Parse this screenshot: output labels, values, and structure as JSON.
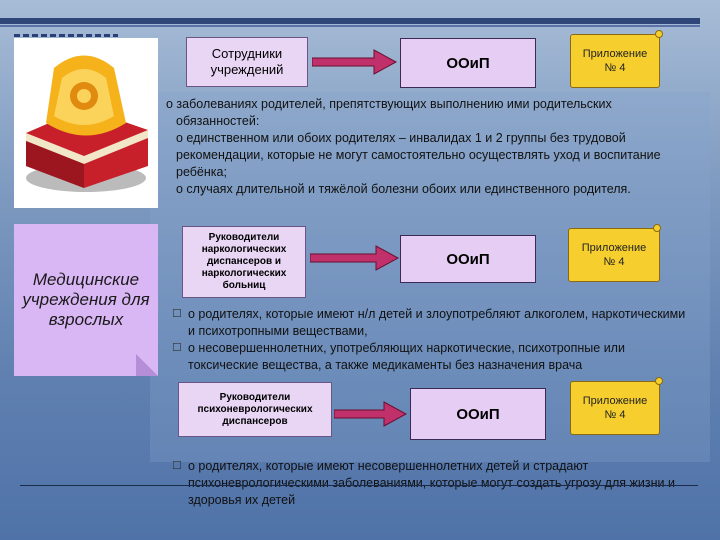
{
  "boxes": {
    "staff": "Сотрудники учреждений",
    "ooip": "ООиП",
    "appendix_line1": "Приложение",
    "appendix_line2": "№ 4",
    "narco_heads": "Руководители наркологических диспансеров и наркологических больниц",
    "psy_heads": "Руководители психоневрологических диспансеров",
    "medical": "Медицинские учреждения для взрослых"
  },
  "section1": {
    "intro": "о заболеваниях родителей, препятствующих выполнению ими родительских",
    "intro2": "обязанностей:",
    "item1": "о единственном или обоих родителях – инвалидах 1 и 2 группы без трудовой рекомендации, которые не могут самостоятельно осуществлять уход и воспитание ребёнка;",
    "item2": "о случаях длительной и тяжёлой болезни обоих или единственного родителя."
  },
  "section2": {
    "item1": "о родителях, которые имеют н/л детей и злоупотребляют алкоголем, наркотическими и психотропными веществами,",
    "item2": "о несовершеннолетних, употребляющих наркотические, психотропные или токсические вещества, а также медикаменты без назначения врача"
  },
  "section3": {
    "item1": "о родителях, которые имеют несовершеннолетних детей и страдают психоневрологическими заболеваниями, которые могут создать угрозу для жизни и здоровья их детей"
  },
  "icons": {
    "bullet": "checkbox-icon",
    "arrow": "right-arrow-icon"
  },
  "colors": {
    "box_fill": "#e9d6f5",
    "appendix": "#f6cf2e",
    "medical": "#d9b6f4",
    "arrow": "#c0306a"
  }
}
